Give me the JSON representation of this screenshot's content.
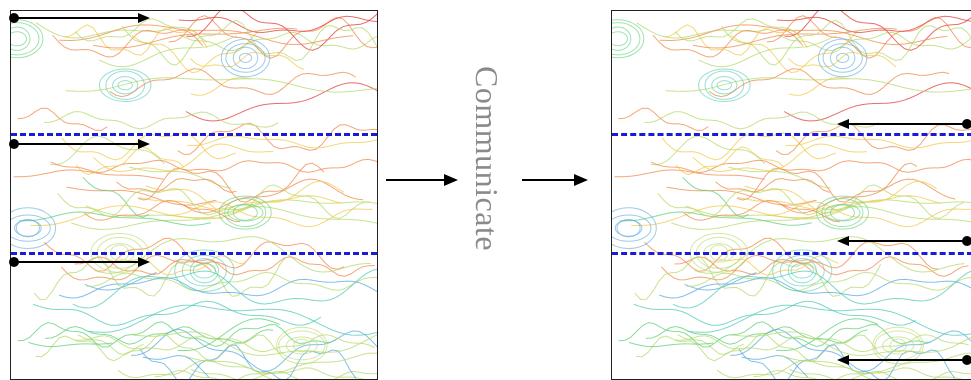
{
  "caption": "Communicate",
  "colors": {
    "divider": "#1a1adb",
    "arrow": "#000000",
    "contour_palette": [
      "#e23b3b",
      "#f08a4b",
      "#f2c94c",
      "#b6d96b",
      "#5fcf7a",
      "#52c9b4",
      "#5aa9e0"
    ]
  },
  "diagram": {
    "left_panel": {
      "arrow_direction": "right",
      "arrow_count": 3,
      "divider_count": 2
    },
    "right_panel": {
      "arrow_direction": "left",
      "arrow_count": 3,
      "divider_count": 2
    },
    "connector_arrows": 2
  }
}
